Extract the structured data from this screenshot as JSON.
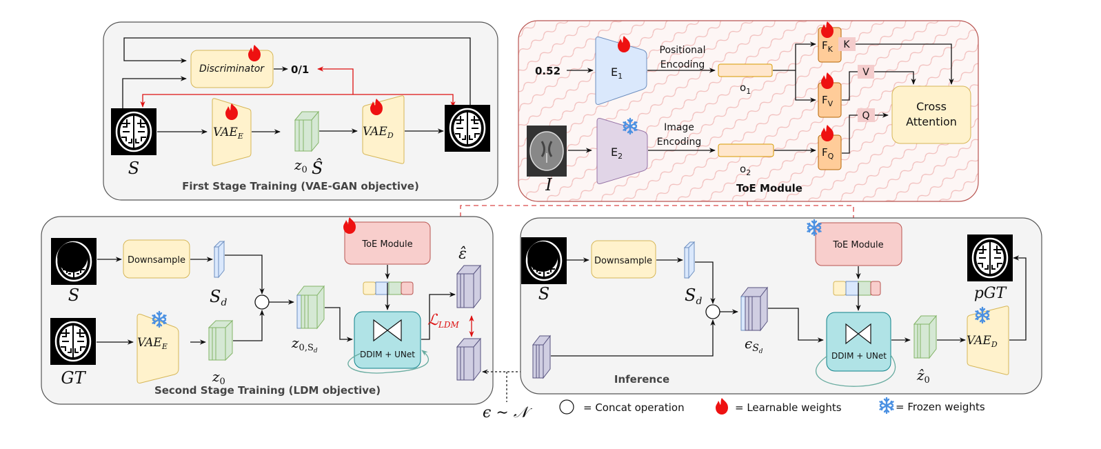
{
  "colors": {
    "panel_fill": "#f4f4f4",
    "panel_stroke": "#555555",
    "toe_panel_stroke": "#b85450",
    "toe_pattern": "#f3c6c4",
    "yellow_fill": "#fff2cc",
    "yellow_stroke": "#d6b656",
    "blue_fill": "#dae8fc",
    "blue_stroke": "#6c8ebf",
    "purple_fill": "#e1d5e7",
    "purple_stroke": "#9673a6",
    "orange_fill": "#ffe6cc",
    "orange_stroke": "#d79b00",
    "green_fill": "#d5e8d4",
    "green_stroke": "#82b366",
    "red_fill": "#f8cecc",
    "red_stroke": "#b85450",
    "teal_fill": "#b0e3e6",
    "teal_stroke": "#0e8088",
    "noise_fill": "#d0cee2",
    "noise_stroke": "#56517e",
    "loss_red": "#dd1111",
    "flame": "#ee1111",
    "snow": "#4a90e2",
    "kqv_fill": "#f4cccc"
  },
  "first_stage": {
    "title": "First Stage Training (VAE-GAN objective)",
    "discriminator": "Discriminator",
    "output": "0/1",
    "encoder": "VAE",
    "encoder_sub": "E",
    "decoder": "VAE",
    "decoder_sub": "D",
    "latent": "z",
    "latent_sub": "0",
    "input_label": "S",
    "recon_label": "Ŝ"
  },
  "toe_module": {
    "title": "ToE Module",
    "input_value": "0.52",
    "image_label": "I",
    "e1": "E",
    "e1_sub": "1",
    "e2": "E",
    "e2_sub": "2",
    "pos_enc_line1": "Positional",
    "pos_enc_line2": "Encoding",
    "img_enc_line1": "Image",
    "img_enc_line2": "Encoding",
    "o1": "o",
    "o1_sub": "1",
    "o2": "o",
    "o2_sub": "2",
    "fk": "F",
    "fk_sub": "K",
    "fv": "F",
    "fv_sub": "V",
    "fq": "F",
    "fq_sub": "Q",
    "k": "K",
    "v": "V",
    "q": "Q",
    "cross_line1": "Cross",
    "cross_line2": "Attention"
  },
  "second_stage": {
    "title": "Second Stage Training (LDM objective)",
    "toe": "ToE Module",
    "downsample": "Downsample",
    "s_label": "S",
    "sd_label": "S",
    "sd_sub": "d",
    "gt_label": "GT",
    "encoder": "VAE",
    "encoder_sub": "E",
    "z0": "z",
    "z0_sub": "0",
    "z0sd": "z",
    "z0sd_sub": "0,S",
    "z0sd_subsub": "d",
    "unet": "DDIM + UNet",
    "eps_hat": "ε̂",
    "loss": "ℒ",
    "loss_sub": "LDM"
  },
  "inference": {
    "title": "Inference",
    "toe": "ToE Module",
    "downsample": "Downsample",
    "s_label": "S",
    "sd_label": "S",
    "sd_sub": "d",
    "eps_sd": "ϵ",
    "eps_sd_sub": "S",
    "eps_sd_subsub": "d",
    "unet": "DDIM + UNet",
    "zhat": "ẑ",
    "zhat_sub": "0",
    "decoder": "VAE",
    "decoder_sub": "D",
    "pgt_label": "pGT"
  },
  "noise_label": "ϵ ∼ 𝒩",
  "legend": {
    "concat": "= Concat operation",
    "learnable": "= Learnable weights",
    "frozen": "= Frozen weights"
  }
}
